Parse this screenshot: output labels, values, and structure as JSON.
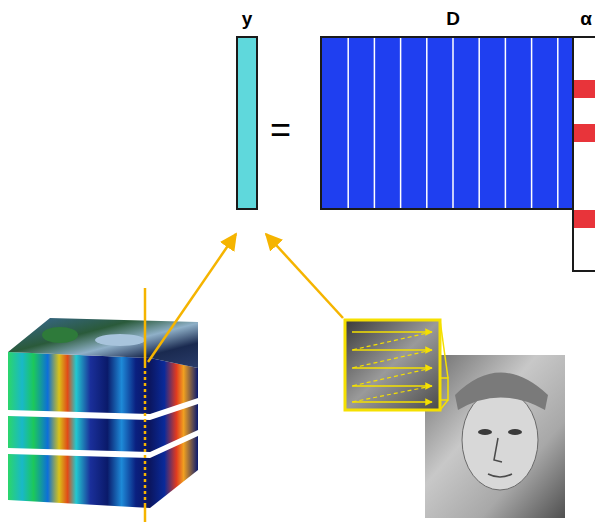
{
  "diagram": {
    "nodes": [
      {
        "text": [
          "y"
        ]
      },
      {
        "text": [
          "D"
        ]
      },
      {
        "text": [
          "α"
        ]
      }
    ],
    "labels": [
      "="
    ]
  }
}
